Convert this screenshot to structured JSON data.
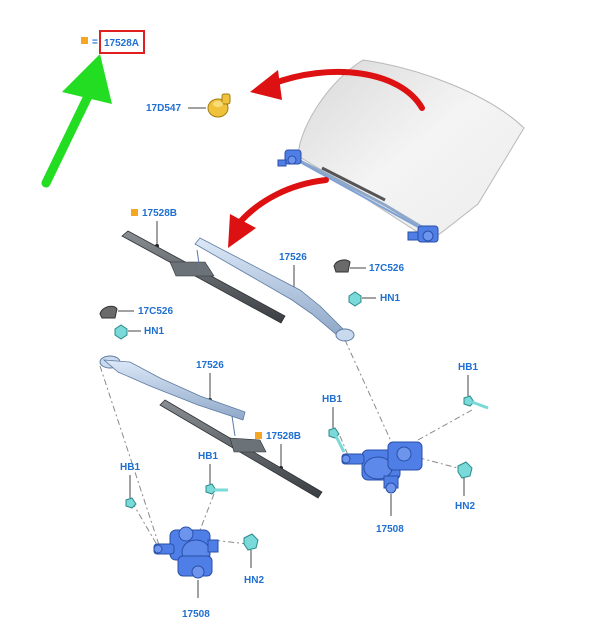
{
  "legend": {
    "equals": "=",
    "code": "17528A",
    "marker_color": "#f5a623",
    "highlight_color": "#e02020"
  },
  "labels": {
    "reservoir": "17D547",
    "blade_top": "17528B",
    "arm_top": "17526",
    "cap_top": "17C526",
    "nut_top": "HN1",
    "cap_left": "17C526",
    "nut_left": "HN1",
    "arm_left": "17526",
    "blade_lower": "17528B",
    "bolt_right": "HB1",
    "bolt_right2": "HB1",
    "motor_right": "17508",
    "nut_right": "HN2",
    "bolt_left": "HB1",
    "bolt_mid": "HB1",
    "motor_left": "17508",
    "nut_lower": "HN2"
  },
  "colors": {
    "label": "#1f6fd1",
    "arrow_green": "#22dd22",
    "arrow_red": "#dd1111",
    "part_blue": "#4f7fe6",
    "part_cyan": "#7ad9d9",
    "part_gold": "#f0c23c"
  }
}
